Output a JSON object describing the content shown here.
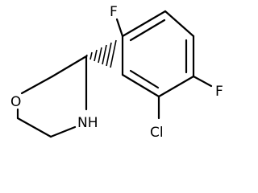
{
  "molecule": {
    "atoms": {
      "f_top": "F",
      "f_right": "F",
      "o": "O",
      "nh": "NH",
      "cl": "Cl"
    }
  }
}
